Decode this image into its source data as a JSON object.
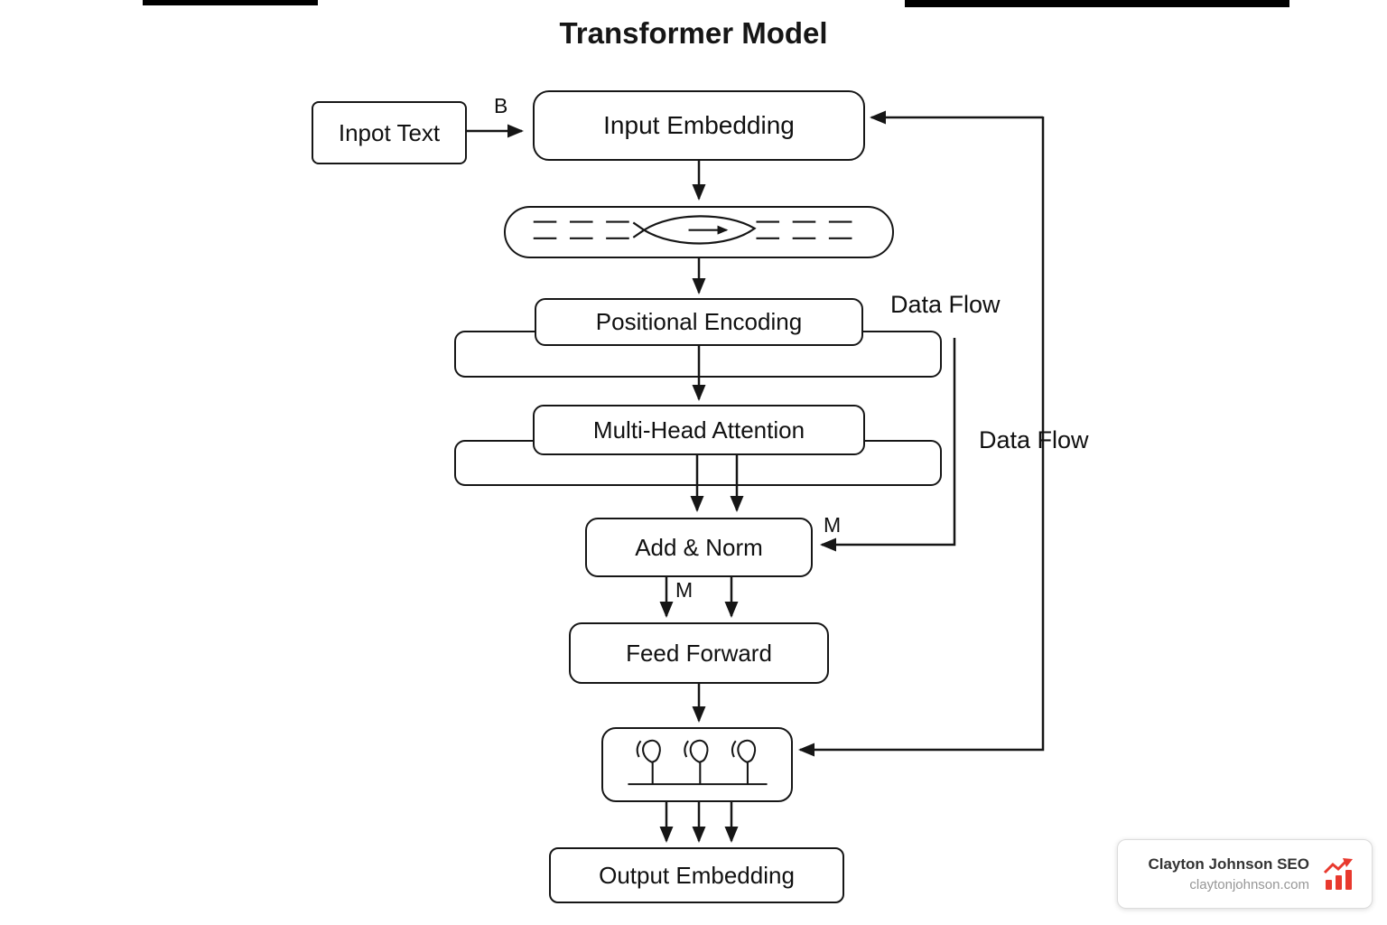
{
  "title": "Transformer Model",
  "nodes": {
    "input_text": "Inpot Text",
    "input_embedding": "Input Embedding",
    "positional_encoding": "Positional Encoding",
    "multi_head_attention": "Multi-Head Attention",
    "add_norm": "Add & Norm",
    "feed_forward": "Feed Forward",
    "output_embedding": "Output Embedding"
  },
  "labels": {
    "b": "B",
    "m_into_add_norm": "M",
    "m_below_add_norm": "M",
    "data_flow_inner": "Data Flow",
    "data_flow_outer": "Data Flow"
  },
  "icons": {
    "pipe": "dashed-flow-pipe-icon",
    "glyphs": "attention-head-glyphs-icon",
    "watermark": "seo-growth-chart-icon"
  },
  "watermark": {
    "name": "Clayton Johnson SEO",
    "url": "claytonjohnson.com"
  },
  "colors": {
    "line": "#161616",
    "accent_red": "#e8392e",
    "background": "#ffffff"
  }
}
